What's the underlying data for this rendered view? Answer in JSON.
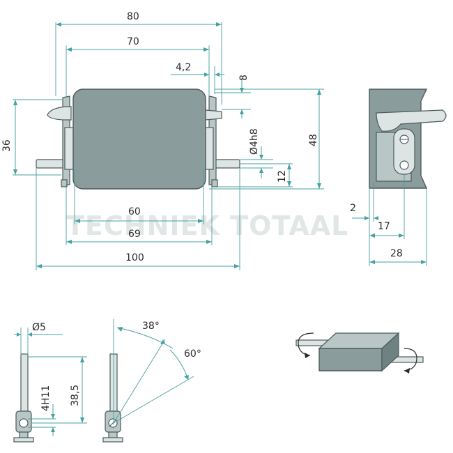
{
  "watermark": "TECHNIEK TOTAAL",
  "main_view": {
    "dims": {
      "width_80": "80",
      "width_70": "70",
      "offset_4_2": "4,2",
      "offset_8": "8",
      "height_36": "36",
      "hole_d4h8": "Ø4h8",
      "height_48": "48",
      "height_12": "12",
      "width_60": "60",
      "width_69": "69",
      "width_100": "100"
    }
  },
  "side_view": {
    "dims": {
      "offset_2": "2",
      "depth_17": "17",
      "depth_28": "28"
    }
  },
  "shaft_view": {
    "dims": {
      "diameter_5": "Ø5",
      "hole_4h11": "4H11",
      "length_38_5": "38,5"
    }
  },
  "angle_view": {
    "dims": {
      "angle_38": "38°",
      "angle_60": "60°"
    }
  },
  "colors": {
    "dimension": "#46a0a0",
    "body": "#8a9c9c",
    "part": "#b9c6c6"
  }
}
